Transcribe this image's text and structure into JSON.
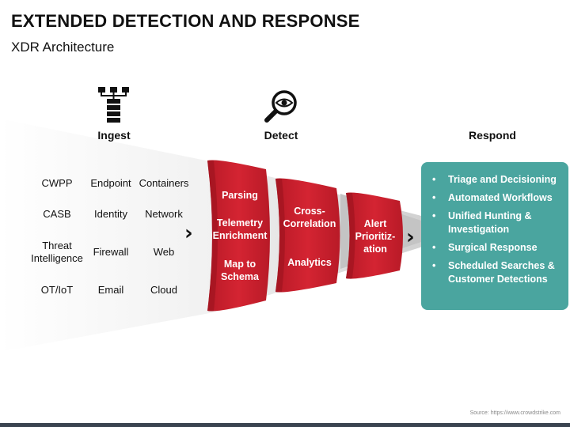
{
  "header": {
    "title": "EXTENDED DETECTION AND RESPONSE",
    "subtitle": "XDR Architecture"
  },
  "columns": {
    "ingest": {
      "label": "Ingest",
      "icon": "network-hierarchy-icon"
    },
    "detect": {
      "label": "Detect",
      "icon": "magnifier-eye-icon"
    },
    "respond": {
      "label": "Respond"
    }
  },
  "sources": [
    [
      "CWPP",
      "Endpoint",
      "Containers"
    ],
    [
      "CASB",
      "Identity",
      "Network"
    ],
    [
      "Threat Intelligence",
      "Firewall",
      "Web"
    ],
    [
      "OT/IoT",
      "Email",
      "Cloud"
    ]
  ],
  "segments": {
    "first": [
      "Parsing",
      "Telemetry Enrichment",
      "Map to Schema"
    ],
    "second": [
      "Cross-Correlation",
      "Analytics"
    ],
    "third": [
      "Alert Prioritiz-ation"
    ]
  },
  "respond_items": [
    "Triage and Decisioning",
    "Automated Workflows",
    "Unified Hunting & Investigation",
    "Surgical Response",
    "Scheduled Searches & Customer Detections"
  ],
  "chevron": "›",
  "source_note": "Source: https://www.crowdstrike.com",
  "colors": {
    "segment_red": "#c8202e",
    "segment_dark": "#9e1620",
    "respond_teal": "#4aa59f",
    "funnel_gray": "#d9d9d9"
  }
}
